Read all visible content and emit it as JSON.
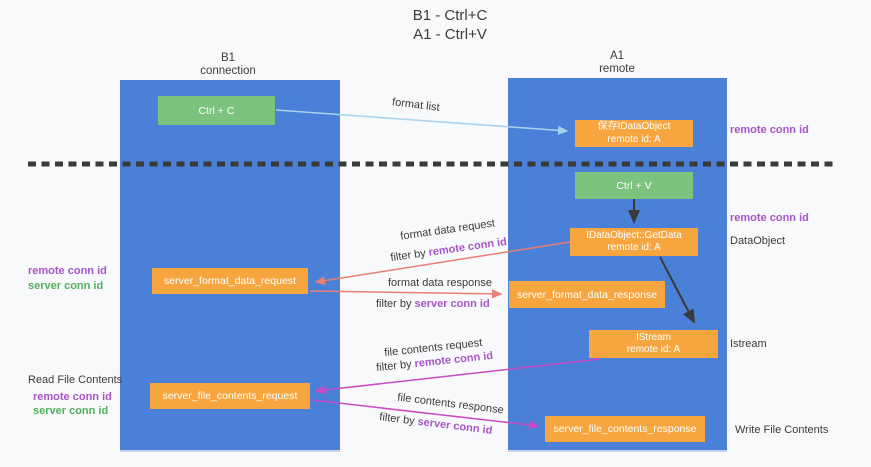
{
  "title": {
    "line1": "B1 - Ctrl+C",
    "line2": "A1 - Ctrl+V"
  },
  "lanes": {
    "left": {
      "name": "B1",
      "subtitle": "connection"
    },
    "right": {
      "name": "A1",
      "subtitle": "remote"
    }
  },
  "nodes": {
    "ctrl_c": {
      "label": "Ctrl + C"
    },
    "ctrl_v": {
      "label": "Ctrl + V"
    },
    "saved_dataobject": {
      "line1": "保存IDataObject",
      "line2": "remote id: A"
    },
    "getdata": {
      "line1": "IDataObject::GetData",
      "line2": "remote id: A"
    },
    "istream": {
      "line1": "IStream",
      "line2": "remote id: A"
    },
    "server_format_data_request": {
      "label": "server_format_data_request"
    },
    "server_format_data_response": {
      "label": "server_format_data_response"
    },
    "server_file_contents_request": {
      "label": "server_file_contents_request"
    },
    "server_file_contents_response": {
      "label": "server_file_contents_response"
    }
  },
  "edge_labels": {
    "format_list": "format list",
    "format_data_request": "format data request",
    "format_data_response": "format data response",
    "file_contents_request": "file contents request",
    "file_contents_response": "file contents response",
    "filter_by": "filter by",
    "remote_conn_id": "remote conn id",
    "server_conn_id": "server conn id"
  },
  "annotations": {
    "left_mid_remote": "remote conn id",
    "left_mid_server": "server conn id",
    "read_file_contents": "Read File Contents",
    "left_bottom_remote": "remote conn id",
    "left_bottom_server": "server conn id",
    "right_top_remote": "remote conn id",
    "right_mid_remote": "remote conn id",
    "dataobject": "DataObject",
    "istream": "Istream",
    "write_file_contents": "Write File Contents"
  },
  "colors": {
    "lane_blue": "#4a80d8",
    "box_green": "#7cc47e",
    "box_orange": "#f7a63f",
    "arrow_blue": "#a7d3f3",
    "arrow_salmon": "#e97f73",
    "arrow_magenta": "#ca4bc5",
    "arrow_black": "#3a3a3a",
    "text_purple": "#a855c8",
    "text_green": "#53b05a"
  }
}
